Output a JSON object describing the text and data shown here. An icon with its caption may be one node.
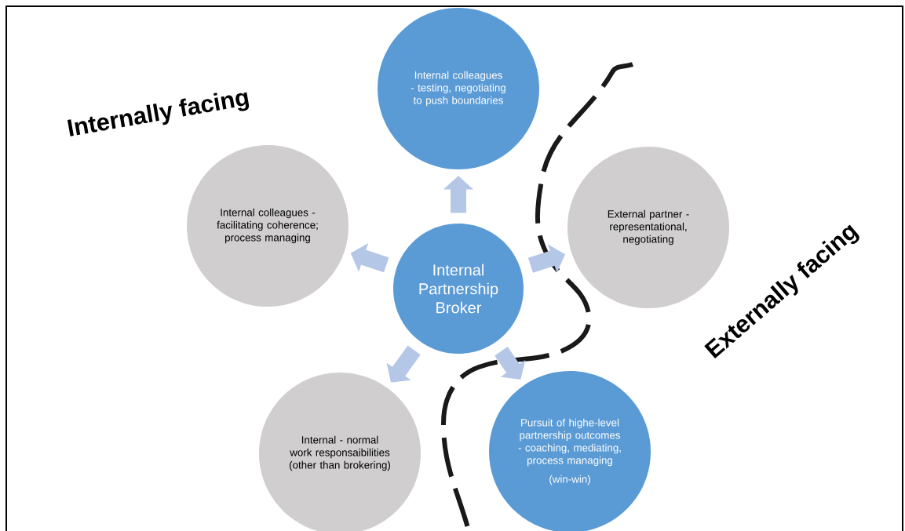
{
  "diagram": {
    "nodes": [
      {
        "text": [
          "Internal colleagues - testing, negotiating to push boundaries"
        ]
      },
      {
        "text": [
          "Internal colleagues - facilitating coherence; process managing"
        ]
      },
      {
        "text": [
          "Internal Partnership Broker"
        ]
      },
      {
        "text": [
          "External partner - representational, negotiating"
        ]
      },
      {
        "text": [
          "Internal - normal work responsaibilities (other than brokering)"
        ]
      },
      {
        "text": [
          "Pursuit of highe-level partnership outcomes - coaching, mediating, process managing",
          "(win-win)"
        ]
      }
    ],
    "edges": [
      {
        "from": 2,
        "to": 0,
        "arrow": "to"
      },
      {
        "from": 2,
        "to": 1,
        "arrow": "to"
      },
      {
        "from": 2,
        "to": 3,
        "arrow": "to"
      },
      {
        "from": 2,
        "to": 4,
        "arrow": "to"
      },
      {
        "from": 2,
        "to": 5,
        "arrow": "to"
      }
    ],
    "labels": [
      "Internally facing",
      "Externally facing"
    ]
  }
}
